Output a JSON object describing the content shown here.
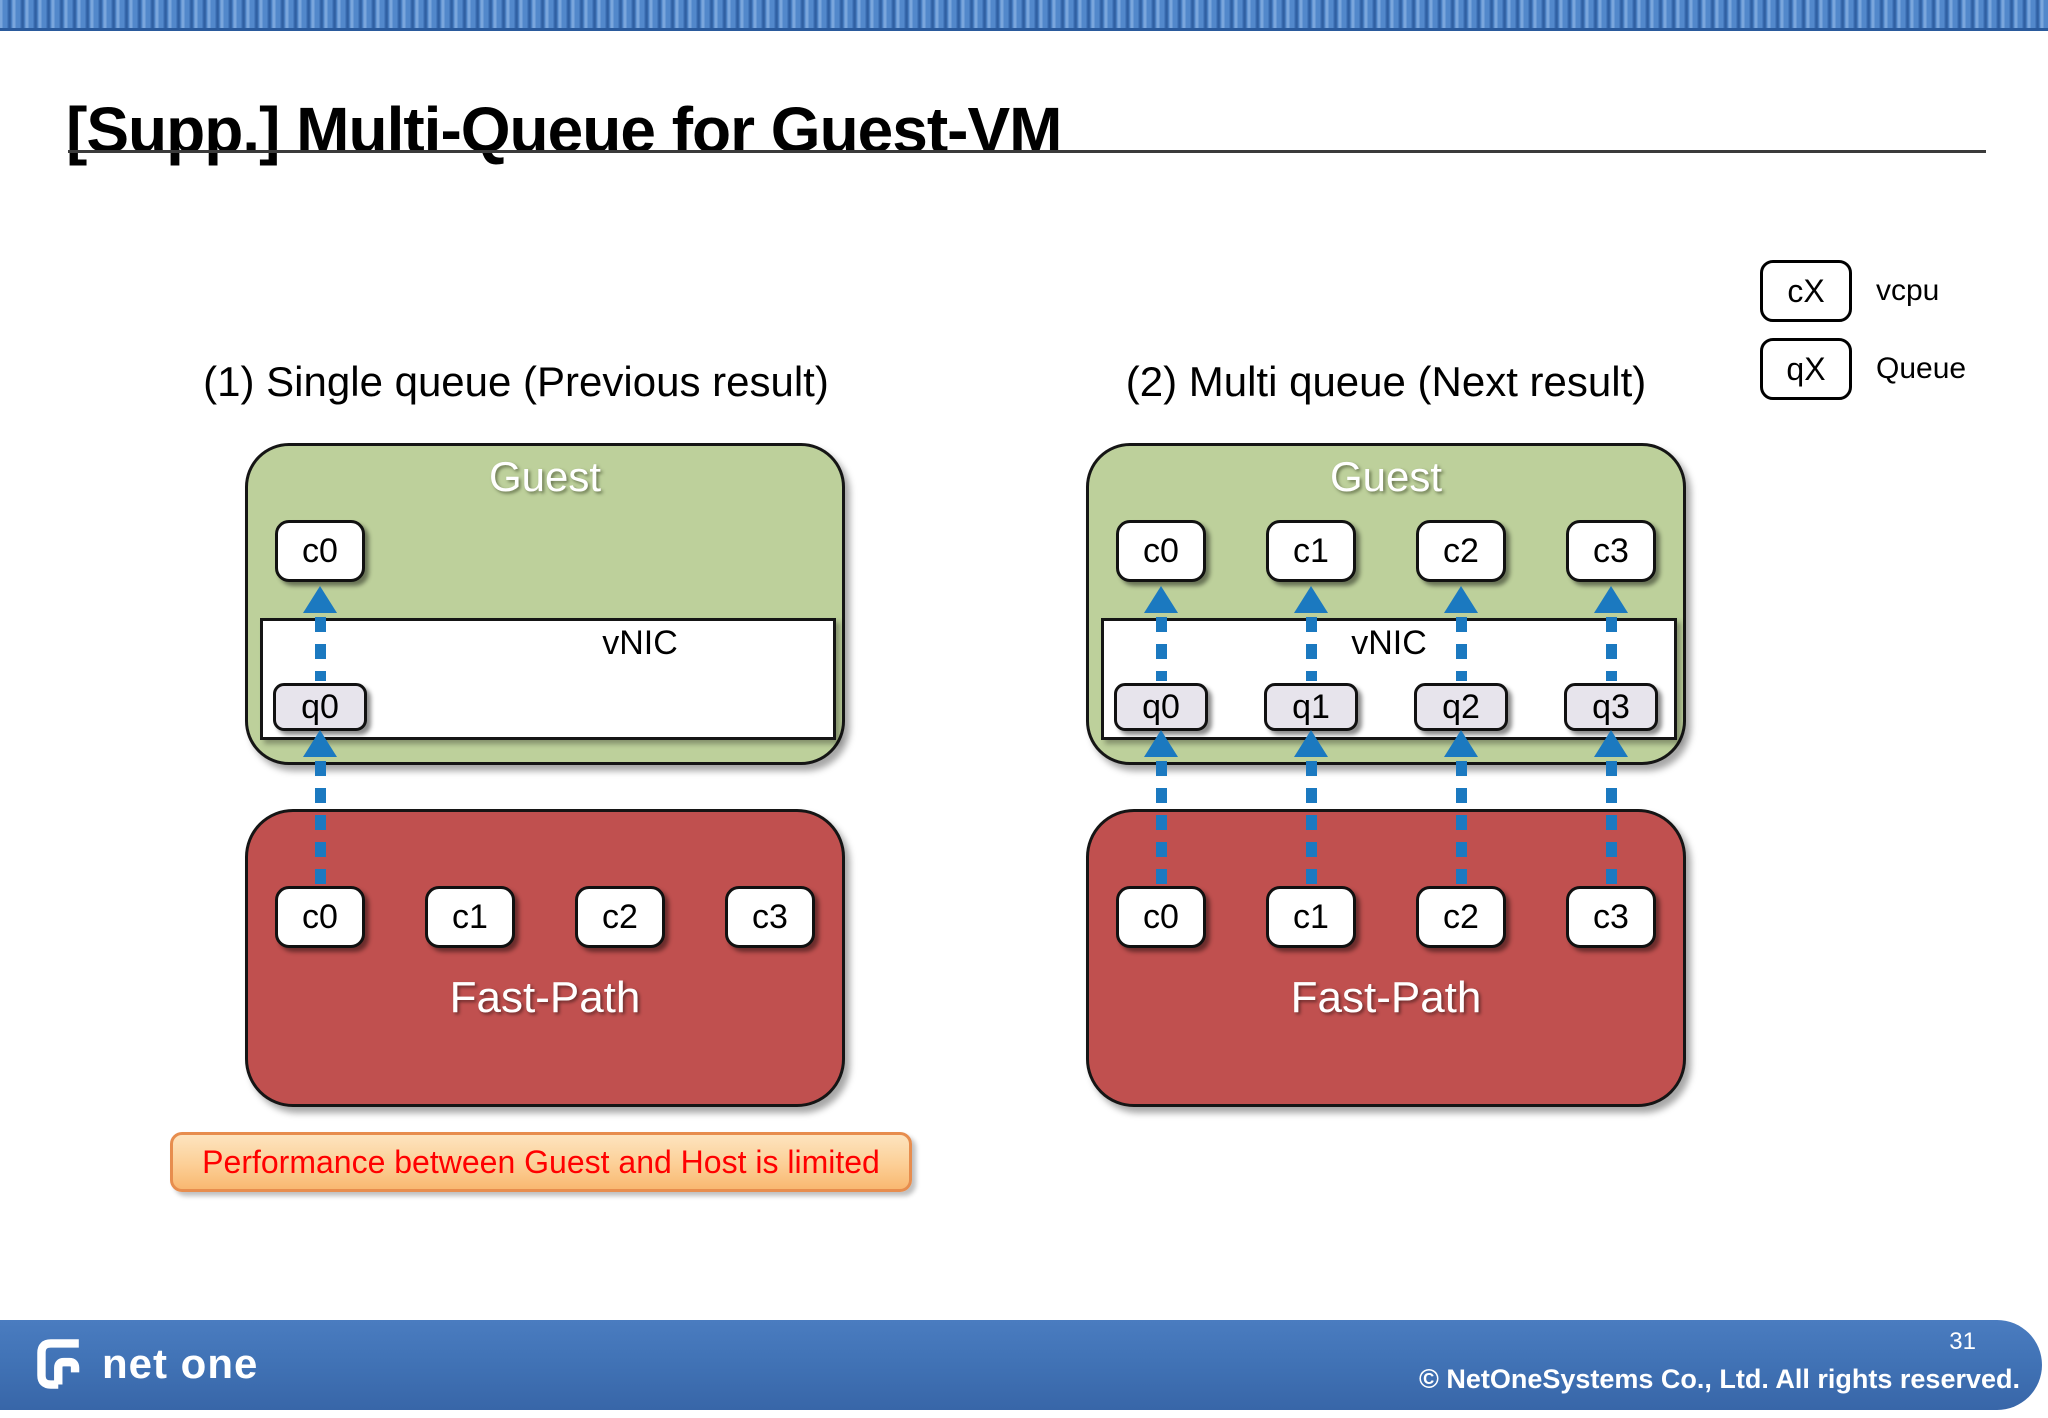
{
  "title": "[Supp.] Multi-Queue for Guest-VM",
  "legend": {
    "items": [
      {
        "symbol": "cX",
        "label": "vcpu"
      },
      {
        "symbol": "qX",
        "label": "Queue"
      }
    ]
  },
  "diagrams": [
    {
      "heading": "(1) Single queue (Previous result)",
      "guest_label": "Guest",
      "guest_cpus": [
        "c0"
      ],
      "vnic_label": "vNIC",
      "queues": [
        "q0"
      ],
      "fastpath_label": "Fast-Path",
      "fastpath_cpus": [
        "c0",
        "c1",
        "c2",
        "c3"
      ]
    },
    {
      "heading": "(2) Multi queue (Next result)",
      "guest_label": "Guest",
      "guest_cpus": [
        "c0",
        "c1",
        "c2",
        "c3"
      ],
      "vnic_label": "vNIC",
      "queues": [
        "q0",
        "q1",
        "q2",
        "q3"
      ],
      "fastpath_label": "Fast-Path",
      "fastpath_cpus": [
        "c0",
        "c1",
        "c2",
        "c3"
      ]
    }
  ],
  "callout": {
    "text": "Performance between Guest and Host is limited"
  },
  "footer": {
    "logo_text": "net one",
    "page_number": "31",
    "copyright": "© NetOneSystems Co., Ltd. All rights reserved."
  },
  "colors": {
    "guest_green": "#bdd09b",
    "fastpath_red": "#c0504f",
    "arrow_blue": "#1b79c0",
    "footer_blue": "#4173b6",
    "queue_box_bg": "#e7e4ec",
    "callout_border": "#e78d4e",
    "callout_text": "#ff0000"
  }
}
